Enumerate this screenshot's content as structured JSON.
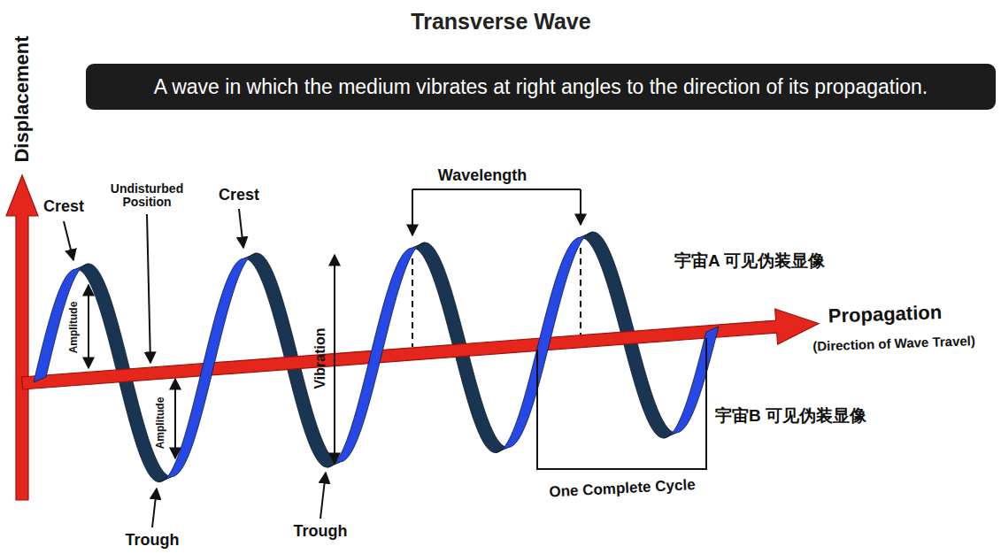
{
  "diagram": {
    "title": "Transverse Wave",
    "nodes": [
      {
        "text": [
          "A wave in which the medium vibrates at right angles to the direction of its propagation."
        ]
      }
    ],
    "labels": [
      "Displacement",
      "Crest",
      "Undisturbed Position",
      "Crest",
      "Wavelength",
      "宇宙A 可见伪装显像",
      "Amplitude",
      "Vibration",
      "Propagation",
      "(Direction of Wave Travel)",
      "Amplitude",
      "宇宙B 可见伪装显像",
      "Trough",
      "One Complete Cycle",
      "Trough"
    ]
  }
}
